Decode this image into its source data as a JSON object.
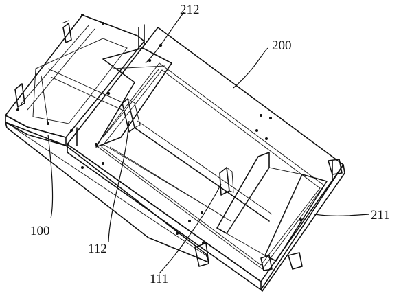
{
  "labels": {
    "ref_212": "212",
    "ref_200": "200",
    "ref_211": "211",
    "ref_100": "100",
    "ref_112": "112",
    "ref_111": "111"
  }
}
